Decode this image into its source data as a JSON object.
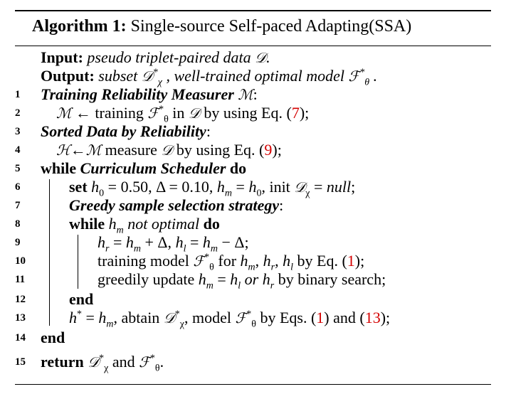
{
  "title": {
    "label": "Algorithm 1:",
    "text": "Single-source Self-paced Adapting(SSA)"
  },
  "input": {
    "label": "Input:",
    "text": "pseudo triplet-paired data 𝒟."
  },
  "output": {
    "label": "Output:",
    "text": "subset 𝒟*χ , well-trained optimal model ℱ*θ ."
  },
  "lines": [
    {
      "num": "1",
      "text": "Training Reliability Measurer ℳ:"
    },
    {
      "num": "2",
      "text": "ℳ ← training ℱ*θ in 𝒟 by using Eq. (7);"
    },
    {
      "num": "3",
      "text": "Sorted Data by Reliability:"
    },
    {
      "num": "4",
      "text": "ℋ←ℳ measure 𝒟 by using Eq. (9);"
    },
    {
      "num": "5",
      "text": "while Curriculum Scheduler do"
    },
    {
      "num": "6",
      "text": "set h0 = 0.50, Δ = 0.10, hm = h0, init 𝒟χ = null;"
    },
    {
      "num": "7",
      "text": "Greedy sample selection strategy:"
    },
    {
      "num": "8",
      "text": "while hm not optimal do"
    },
    {
      "num": "9",
      "text": "hr = hm + Δ, hl = hm − Δ;"
    },
    {
      "num": "10",
      "text": "training model ℱ*θ for hm, hr, hl by Eq. (1);"
    },
    {
      "num": "11",
      "text": "greedily update hm = hl or hr by binary search;"
    },
    {
      "num": "12",
      "text": "end"
    },
    {
      "num": "13",
      "text": "h* = hm, abtain 𝒟*χ, model ℱ*θ by Eqs. (1) and (13);"
    },
    {
      "num": "14",
      "text": "end"
    },
    {
      "num": "15",
      "text": "return 𝒟*χ and ℱ*θ."
    }
  ],
  "colors": {
    "reference": "#d40000"
  }
}
